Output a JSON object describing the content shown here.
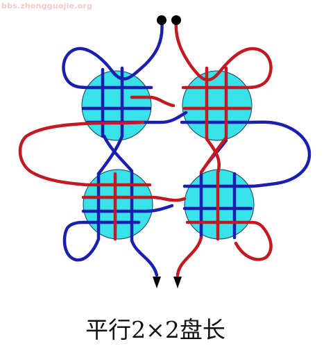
{
  "watermark": "bbs.zhongguojie.org",
  "caption": "平行2×2盘长",
  "colors": {
    "background": "#ffffff",
    "circle_fill": "#39e1e8",
    "circle_stroke": "#1a3a56",
    "red_cord": "#c21a22",
    "blue_cord": "#1b1fb0",
    "black": "#000000"
  },
  "icons": {
    "start_markers": "black-dot",
    "end_markers": "down-arrow"
  }
}
